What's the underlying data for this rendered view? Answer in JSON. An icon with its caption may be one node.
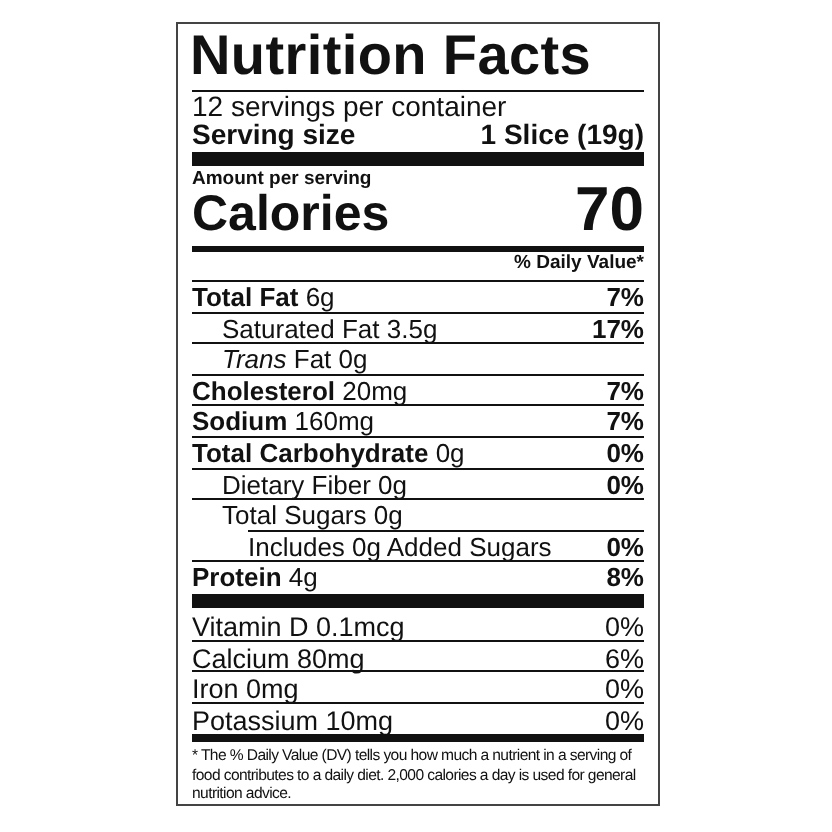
{
  "diagram": {
    "title": "Nutrition Facts",
    "labels": [
      "12 servings per container",
      "Serving size",
      "1 Slice (19g)",
      "Amount per serving",
      "Calories",
      "70",
      "% Daily Value*",
      "**Total Fat** 6g",
      "7%",
      "Saturated Fat 3.5g",
      "17%",
      "*Trans* Fat 0g",
      "**Cholesterol** 20mg",
      "7%",
      "**Sodium** 160mg",
      "7%",
      "**Total Carbohydrate** 0g",
      "0%",
      "Dietary Fiber 0g",
      "0%",
      "Total Sugars 0g",
      "Includes 0g Added Sugars",
      "0%",
      "**Protein** 4g",
      "8%",
      "Vitamin D 0.1mcg",
      "0%",
      "Calcium 80mg",
      "6%",
      "Iron 0mg",
      "0%",
      "Potassium 10mg",
      "0%",
      "* The % Daily Value (DV) tells you how much a nutrient in a serving of food contributes to a daily diet. 2,000 calories a day is used for general nutrition advice."
    ]
  }
}
